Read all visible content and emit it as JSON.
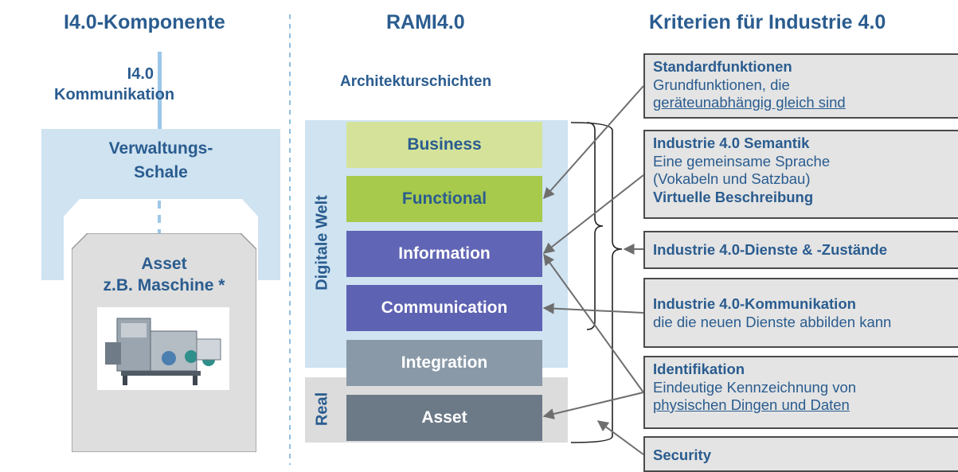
{
  "headers": {
    "left": "I4.0-Komponente",
    "middle": "RAMI4.0",
    "right": "Kriterien für Industrie 4.0"
  },
  "left": {
    "communication_line1": "I4.0",
    "communication_line2": "Kommunikation",
    "shell_line1": "Verwaltungs-",
    "shell_line2": "Schale",
    "asset_line1": "Asset",
    "asset_line2": "z.B. Maschine *",
    "machine_image": "packaging-machine-photo"
  },
  "rami": {
    "subtitle": "Architekturschichten",
    "region_digital": "Digitale Welt",
    "region_real": "Real",
    "layers": [
      {
        "label": "Business",
        "bg": "#d5e39a",
        "fg": "#2a5c8f"
      },
      {
        "label": "Functional",
        "bg": "#a7c94c",
        "fg": "#2a5c8f"
      },
      {
        "label": "Information",
        "bg": "#6165b5",
        "fg": "#ffffff"
      },
      {
        "label": "Communication",
        "bg": "#5e62b2",
        "fg": "#ffffff"
      },
      {
        "label": "Integration",
        "bg": "#8999a8",
        "fg": "#ffffff"
      },
      {
        "label": "Asset",
        "bg": "#6c7a88",
        "fg": "#ffffff"
      }
    ]
  },
  "criteria": [
    {
      "title": "Standardfunktionen",
      "lines": [
        "Grundfunktionen, die",
        "geräteunabhängig gleich sind"
      ]
    },
    {
      "title": "Industrie 4.0 Semantik",
      "lines": [
        "Eine gemeinsame Sprache",
        "(Vokabeln und Satzbau)"
      ],
      "title2": "Virtuelle Beschreibung"
    },
    {
      "title": "Industrie 4.0-Dienste & -Zustände",
      "lines": []
    },
    {
      "title": "Industrie 4.0-Kommunikation",
      "lines": [
        "die die neuen Dienste abbilden kann"
      ]
    },
    {
      "title": "Identifikation",
      "lines": [
        "Eindeutige Kennzeichnung von",
        "physischen Dingen und Daten"
      ]
    },
    {
      "title": "Security",
      "lines": []
    }
  ],
  "colors": {
    "accent": "#2a5c8f",
    "light_blue_panel": "#cfe3f1",
    "real_panel": "#dcdcdc",
    "criteria_bg": "#e4e4e4",
    "arrow": "#6e6e6e"
  }
}
